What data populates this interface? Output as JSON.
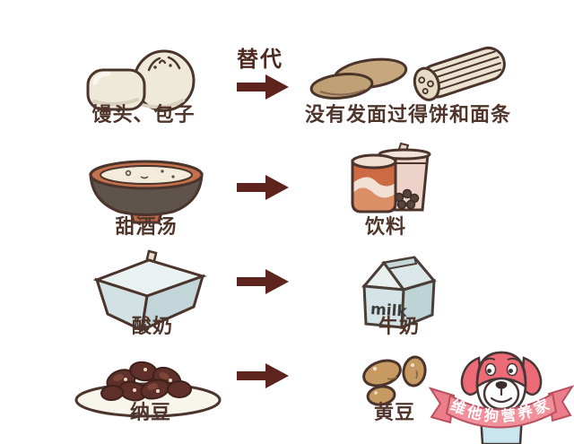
{
  "labels": {
    "substitute": "替代",
    "milk_brand": "milk",
    "logo": "维他狗营养家"
  },
  "rows": [
    {
      "left": "馒头、包子",
      "right": "没有发面过得饼和面条"
    },
    {
      "left": "甜酒汤",
      "right": "饮料"
    },
    {
      "left": "酸奶",
      "right": "牛奶"
    },
    {
      "left": "纳豆",
      "right": "黄豆"
    }
  ],
  "icons": {
    "row1_left": "steamed-bun-and-baozi-icon",
    "row1_right": "flatbread-and-noodles-icon",
    "row2_left": "sweet-soup-bowl-icon",
    "row2_right": "soda-can-and-bubble-tea-icon",
    "row3_left": "yogurt-carton-icon",
    "row3_right": "milk-carton-icon",
    "row4_left": "natto-plate-icon",
    "row4_right": "soybeans-icon",
    "logo": "dog-mascot-with-ribbon"
  },
  "colors": {
    "text": "#4f352b",
    "arrow": "#5c241d",
    "outline": "#4a342c",
    "bun_fill": "#efe9da",
    "flatbread": "#c7a87e",
    "bowl_rim": "#c4714d",
    "bowl_body": "#5e544c",
    "can_orange": "#cc6a43",
    "carton_blue": "#d2e2e4",
    "bean_dark": "#5e3029",
    "soybean_tan": "#c89a63",
    "mascot_pink": "#ed6b76",
    "ribbon_pink": "#f18f9a"
  }
}
